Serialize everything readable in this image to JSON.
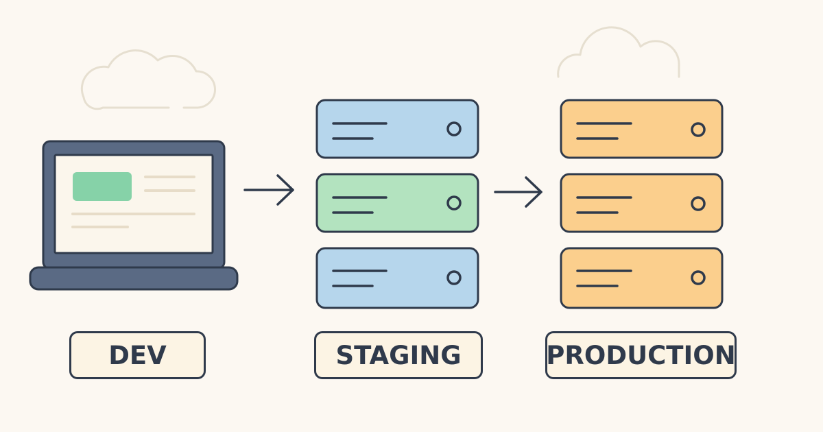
{
  "stages": [
    {
      "id": "dev",
      "label": "DEV",
      "icon": "laptop-icon"
    },
    {
      "id": "staging",
      "label": "STAGING",
      "icon": "server-stack-icon"
    },
    {
      "id": "production",
      "label": "PRODUCTION",
      "icon": "server-stack-icon"
    }
  ],
  "colors": {
    "background": "#fcf8f2",
    "outline": "#2f3a4b",
    "cloud": "#e6dfd0",
    "laptop_frame": "#5a6a84",
    "laptop_screen": "#fbf6ec",
    "screen_accent": "#86d2a8",
    "screen_lines": "#e7dcc8",
    "staging_blue": "#b6d6ec",
    "staging_green": "#b3e3bf",
    "production_orange": "#fbcf8d",
    "label_fill": "#fcf4e4"
  }
}
